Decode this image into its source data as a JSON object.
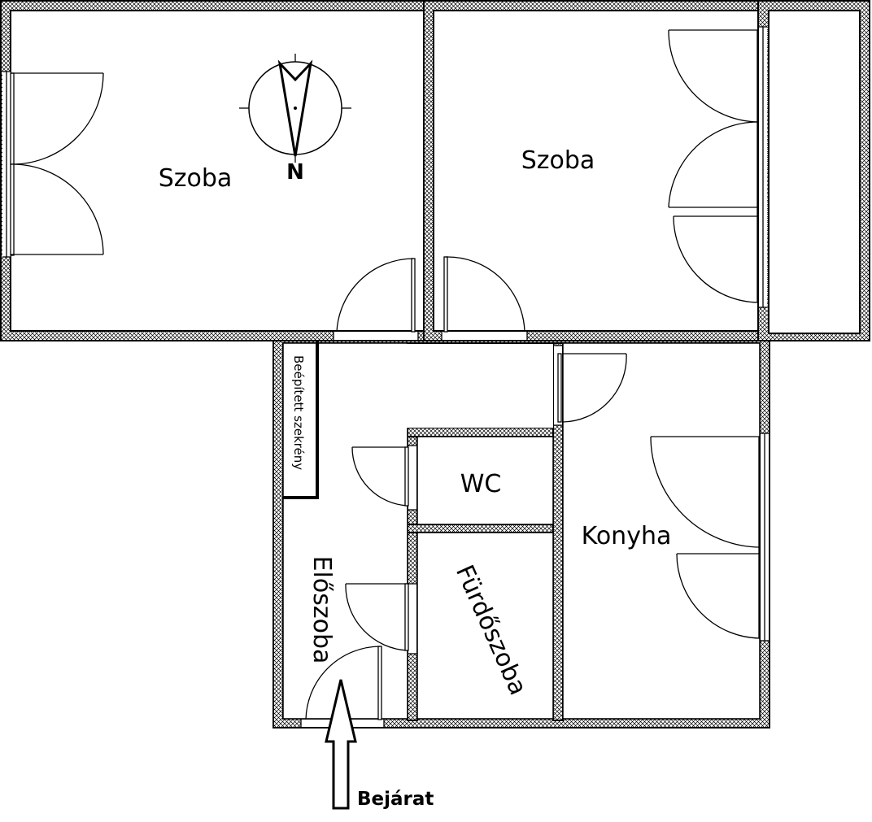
{
  "rooms": {
    "room_left": "Szoba",
    "room_right": "Szoba",
    "wc": "WC",
    "kitchen": "Konyha",
    "hallway": "Előszoba",
    "bathroom": "Fürdőszoba",
    "wardrobe": "Beépített szekrény"
  },
  "compass": {
    "north": "N"
  },
  "entrance": {
    "label": "Bejárat"
  },
  "colors": {
    "lines": "#000000",
    "background": "#ffffff"
  }
}
